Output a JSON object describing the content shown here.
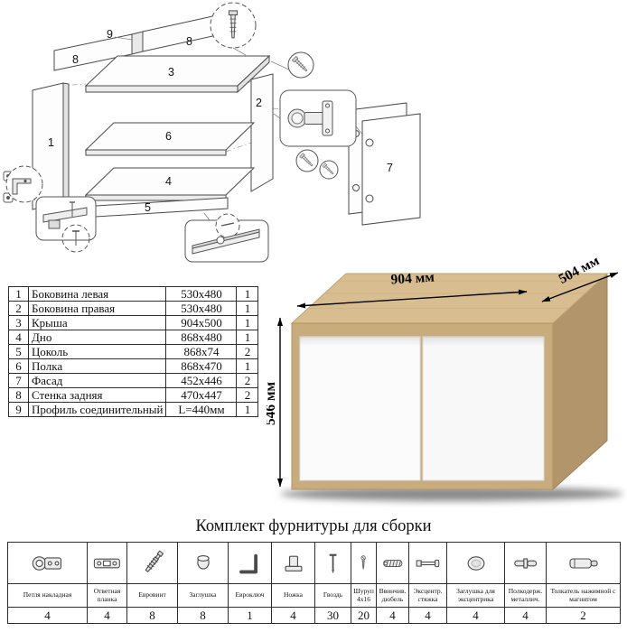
{
  "exploded_diagram": {
    "part_labels": {
      "p1": "1",
      "p2": "2",
      "p3": "3",
      "p4": "4",
      "p5": "5",
      "p6": "6",
      "p7": "7",
      "p8a": "8",
      "p8b": "8",
      "p9": "9"
    }
  },
  "parts_table": {
    "rows": [
      {
        "num": "1",
        "name": "Боковина левая",
        "size": "530x480",
        "qty": "1"
      },
      {
        "num": "2",
        "name": "Боковина правая",
        "size": "530x480",
        "qty": "1"
      },
      {
        "num": "3",
        "name": "Крыша",
        "size": "904x500",
        "qty": "1"
      },
      {
        "num": "4",
        "name": "Дно",
        "size": "868x480",
        "qty": "1"
      },
      {
        "num": "5",
        "name": "Цоколь",
        "size": "868x74",
        "qty": "2"
      },
      {
        "num": "6",
        "name": "Полка",
        "size": "868x470",
        "qty": "1"
      },
      {
        "num": "7",
        "name": "Фасад",
        "size": "452x446",
        "qty": "2"
      },
      {
        "num": "8",
        "name": "Стенка задняя",
        "size": "470x447",
        "qty": "2"
      },
      {
        "num": "9",
        "name": "Профиль соединительный",
        "size": "L=440мм",
        "qty": "1"
      }
    ]
  },
  "render": {
    "width_label": "904 мм",
    "depth_label": "504 мм",
    "height_label": "546 мм",
    "wood_color": "#c8ac7e",
    "door_color": "#fbfbfb"
  },
  "hardware": {
    "title": "Комплект фурнитуры для сборки",
    "items": [
      {
        "name": "Петля накладная",
        "qty": "4",
        "icon": "hinge-icon"
      },
      {
        "name": "Ответная планка",
        "qty": "4",
        "icon": "striker-plate-icon"
      },
      {
        "name": "Евровинт",
        "qty": "8",
        "icon": "confirmat-screw-icon"
      },
      {
        "name": "Заглушка",
        "qty": "8",
        "icon": "cap-icon"
      },
      {
        "name": "Евроключ",
        "qty": "1",
        "icon": "hex-key-icon"
      },
      {
        "name": "Ножка",
        "qty": "4",
        "icon": "foot-icon"
      },
      {
        "name": "Гвоздь",
        "qty": "30",
        "icon": "nail-icon"
      },
      {
        "name": "Шуруп 4x16",
        "qty": "20",
        "icon": "screw-icon"
      },
      {
        "name": "Ввинчив. дюбель",
        "qty": "4",
        "icon": "threaded-dowel-icon"
      },
      {
        "name": "Эксцентр. стяжка",
        "qty": "4",
        "icon": "cam-bolt-icon"
      },
      {
        "name": "Заглушка для эксцентрика",
        "qty": "4",
        "icon": "cam-cap-icon"
      },
      {
        "name": "Полкодерж. металлич.",
        "qty": "4",
        "icon": "shelf-support-icon"
      },
      {
        "name": "Толкатель нажимной с магнитом",
        "qty": "2",
        "icon": "push-opener-icon"
      }
    ]
  }
}
